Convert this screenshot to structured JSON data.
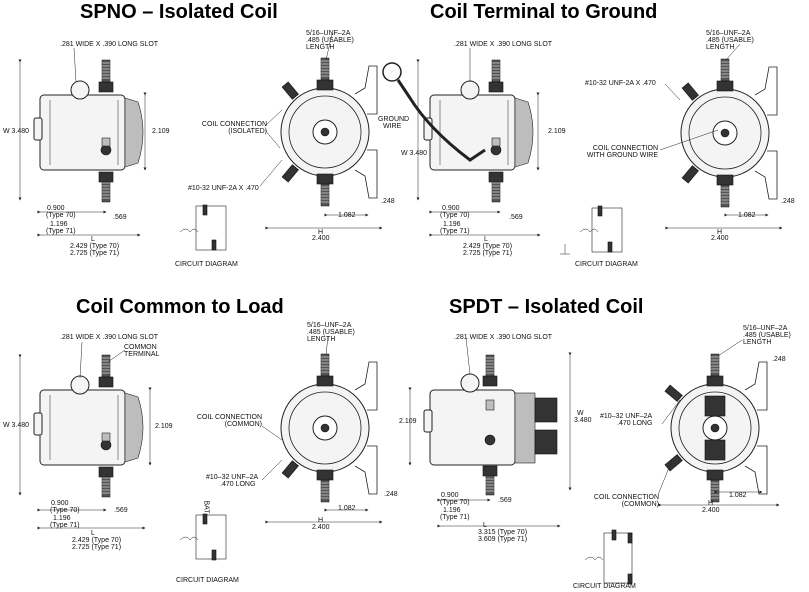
{
  "quadrants": {
    "spno": {
      "title": "SPNO – Isolated Coil",
      "slot": ".281 WIDE X .390 LONG SLOT",
      "w": "W 3.480",
      "h2109": "2.109",
      "d0900": "0.900",
      "t70a": "(Type 70)",
      "d1196": "1.196",
      "t71a": "(Type 71)",
      "d569": ".569",
      "L": "L",
      "l70": "2.429 (Type 70)",
      "l71": "2.725 (Type 71)",
      "thread": "5/16–UNF–2A",
      "usable1": ".485 (USABLE)",
      "usable2": "LENGTH",
      "coil1": "COIL CONNECTION",
      "coil2": "(ISOLATED)",
      "screw": "#10-32 UNF-2A X .470",
      "d1082": "1.082",
      "d248": ".248",
      "H": "H",
      "h2400": "2.400",
      "circuit": "CIRCUIT DIAGRAM"
    },
    "ground": {
      "title": "Coil Terminal to Ground",
      "slot": ".281 WIDE X .390 LONG SLOT",
      "gw1": "GROUND",
      "gw2": "WIRE",
      "w": "W 3.480",
      "h2109": "2.109",
      "d0900": "0.900",
      "t70a": "(Type 70)",
      "d1196": "1.196",
      "t71a": "(Type 71)",
      "d569": ".569",
      "L": "L",
      "l70": "2.429 (Type 70)",
      "l71": "2.725 (Type 71)",
      "thread": "5/16–UNF–2A",
      "usable1": ".485 (USABLE)",
      "usable2": "LENGTH",
      "screw": "#10-32 UNF-2A X .470",
      "coil1": "COIL CONNECTION",
      "coil2": "WITH GROUND WIRE",
      "d1082": "1.082",
      "d248": ".248",
      "H": "H",
      "h2400": "2.400",
      "circuit": "CIRCUIT DIAGRAM"
    },
    "common": {
      "title": "Coil Common to Load",
      "slot": ".281 WIDE X .390 LONG SLOT",
      "ct1": "COMMON",
      "ct2": "TERMINAL",
      "w": "W 3.480",
      "h2109": "2.109",
      "d0900": "0.900",
      "t70a": "(Type 70)",
      "d1196": "1.196",
      "t71a": "(Type 71)",
      "d569": ".569",
      "L": "L",
      "l70": "2.429 (Type 70)",
      "l71": "2.725 (Type 71)",
      "thread": "5/16–UNF–2A",
      "usable1": ".485 (USABLE)",
      "usable2": "LENGTH",
      "coil1": "COIL CONNECTION",
      "coil2": "(COMMON)",
      "screw1": "#10–32 UNF–2A",
      "screw2": ".470 LONG",
      "d1082": "1.082",
      "d248": ".248",
      "H": "H",
      "h2400": "2.400",
      "bat": "BAT",
      "circuit": "CIRCUIT DIAGRAM"
    },
    "spdt": {
      "title": "SPDT – Isolated Coil",
      "slot": ".281 WIDE X .390 LONG SLOT",
      "h2109": "2.109",
      "wl": "W",
      "w3480": "3.480",
      "d0900": "0.900",
      "t70a": "(Type 70)",
      "d1196": "1.196",
      "t71a": "(Type 71)",
      "d569": ".569",
      "L": "L",
      "l70": "3.315 (Type 70)",
      "l71": "3.609 (Type 71)",
      "thread": "5/16–UNF–2A",
      "usable1": ".485 (USABLE)",
      "usable2": "LENGTH",
      "d248": ".248",
      "screw1": "#10–32 UNF–2A",
      "screw2": ".470 LONG",
      "coil1": "COIL CONNECTION",
      "coil2": "(COMMON)",
      "d1082": "1.082",
      "H": "H",
      "h2400": "2.400",
      "circuit": "CIRCUIT DIAGRAM"
    }
  }
}
